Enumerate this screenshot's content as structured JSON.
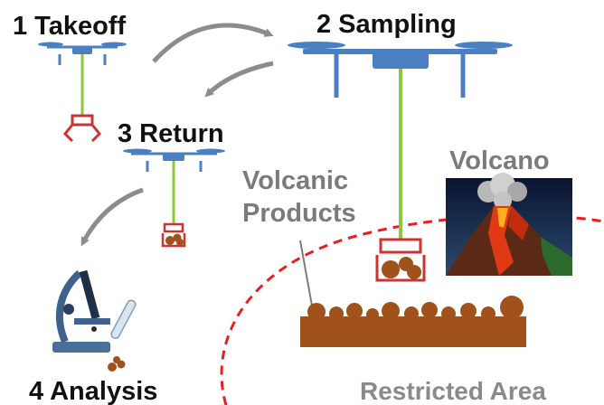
{
  "steps": {
    "takeoff": "1 Takeoff",
    "sampling": "2 Sampling",
    "return": "3 Return",
    "analysis": "4 Analysis"
  },
  "labels": {
    "volcano": "Volcano",
    "volcanic_products_line1": "Volcanic",
    "volcanic_products_line2": "Products",
    "restricted_area": "Restricted Area"
  },
  "colors": {
    "drone": "#4a7fc1",
    "tether": "#8dc63f",
    "sampler": "#cc3333",
    "soil": "#a0521a",
    "arrow": "#8c8c8c",
    "boundary": "#e62020",
    "step_text": "#111111",
    "label_text": "#7b7b7b"
  }
}
